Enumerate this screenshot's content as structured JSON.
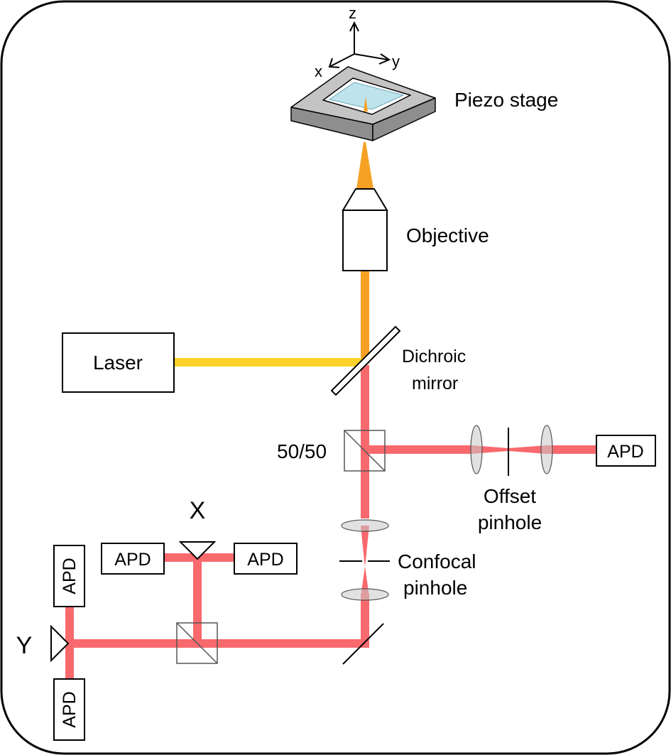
{
  "colors": {
    "excitation_beam": "#fcd22a",
    "focused_beam": "#f6a024",
    "fluorescence_beam": "#f8696e",
    "stage_top": "#c4c4c4",
    "stage_side": "#8e8e8e",
    "sample": "#bfe3ec",
    "lens_fill": "#d9d9d9"
  },
  "labels": {
    "piezo_stage": "Piezo stage",
    "objective": "Objective",
    "laser": "Laser",
    "dichroic_line1": "Dichroic",
    "dichroic_line2": "mirror",
    "splitter": "50/50",
    "offset_line1": "Offset",
    "offset_line2": "pinhole",
    "confocal_line1": "Confocal",
    "confocal_line2": "pinhole",
    "apd": "APD",
    "x_detector": "X",
    "y_detector": "Y",
    "axis_z": "z",
    "axis_y": "y",
    "axis_x": "x"
  }
}
